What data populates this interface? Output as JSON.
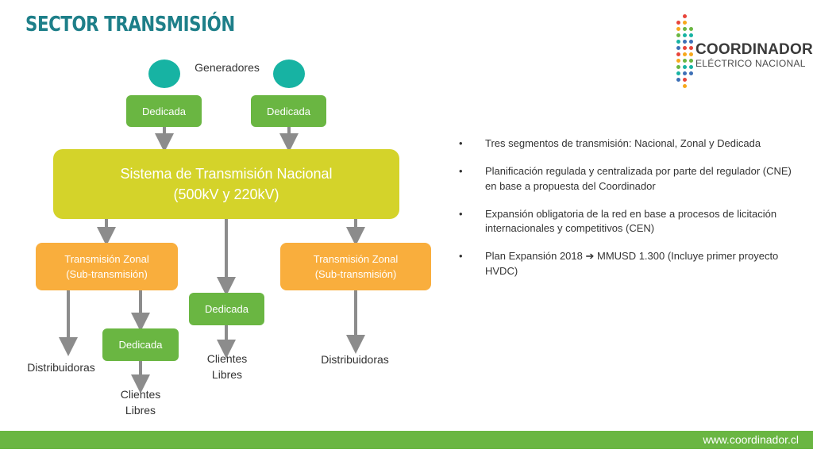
{
  "title": "SECTOR TRANSMISIÓN",
  "logo": {
    "line1": "COORDINADOR",
    "line2": "ELÉCTRICO NACIONAL"
  },
  "colors": {
    "teal": "#1e7f89",
    "green": "#6ab642",
    "yellow": "#d4d32a",
    "orange": "#f9ae3d",
    "circle": "#17b3a3",
    "arrow": "#8c8c8c"
  },
  "diagram": {
    "generators_label": "Generadores",
    "dedicada_left": "Dedicada",
    "dedicada_right": "Dedicada",
    "national_line1": "Sistema de Transmisión Nacional",
    "national_line2": "(500kV y 220kV)",
    "zonal_left_line1": "Transmisión Zonal",
    "zonal_left_line2": "(Sub-transmisión)",
    "zonal_right_line1": "Transmisión Zonal",
    "zonal_right_line2": "(Sub-transmisión)",
    "dedicada_mid": "Dedicada",
    "dedicada_bottom": "Dedicada",
    "distribuidoras_left": "Distribuidoras",
    "distribuidoras_right": "Distribuidoras",
    "clientes_mid_line1": "Clientes",
    "clientes_mid_line2": "Libres",
    "clientes_bottom_line1": "Clientes",
    "clientes_bottom_line2": "Libres"
  },
  "bullets": [
    "Tres segmentos de transmisión: Nacional, Zonal y Dedicada",
    "Planificación regulada y centralizada por parte del regulador (CNE) en base a propuesta del Coordinador",
    "Expansión obligatoria de la red en base a procesos de licitación internacionales y competitivos (CEN)",
    "Plan Expansión 2018 ➔ MMUSD 1.300 (Incluye primer proyecto HVDC)"
  ],
  "footer": {
    "url": "www.coordinador.cl"
  }
}
